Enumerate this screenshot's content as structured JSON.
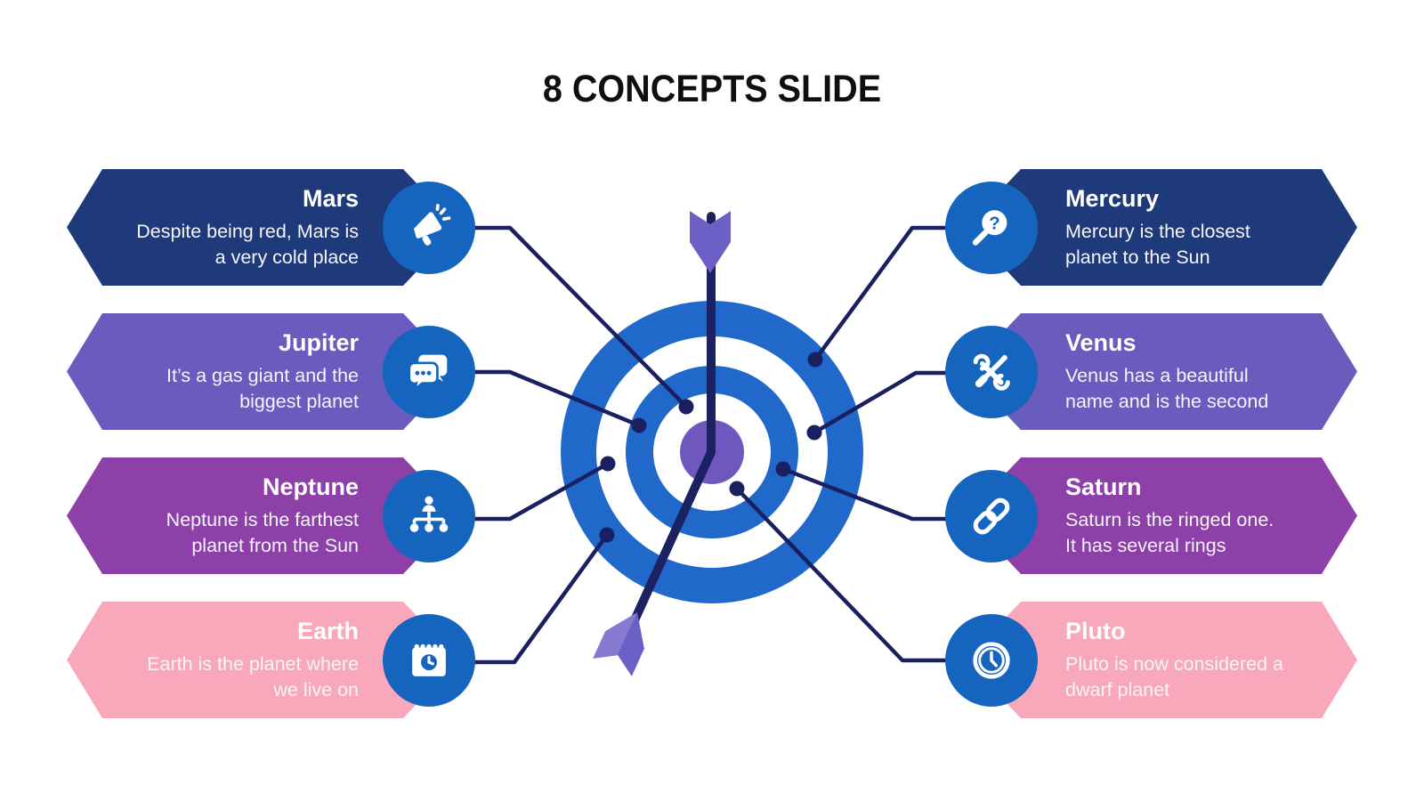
{
  "title": "8 CONCEPTS SLIDE",
  "colors": {
    "navy_banner": "#1E3A7B",
    "violet_banner": "#6A5CBF",
    "magenta_banner": "#8C40A8",
    "pink_banner": "#F9A8BB",
    "icon_circle_blue": "#1565BE",
    "target_blue": "#2068C9",
    "target_white": "#FFFFFF",
    "target_center_purple": "#6E58BE",
    "connector_navy": "#1A1F5F",
    "arrow_shaft_navy": "#1B2161",
    "fletching_purple": "#6C5FC6",
    "fletching_light_purple": "#8679D2",
    "title_color": "#0F0F0F"
  },
  "concepts": [
    {
      "id": "mars",
      "name": "Mars",
      "desc": [
        "Despite being red, Mars is",
        "a very cold place"
      ],
      "color": "#1E3A7B",
      "side": "left",
      "icon": "megaphone-icon"
    },
    {
      "id": "jupiter",
      "name": "Jupiter",
      "desc": [
        "It’s a gas giant and the",
        "biggest planet"
      ],
      "color": "#6A5CBF",
      "side": "left",
      "icon": "chat-bubbles-icon"
    },
    {
      "id": "neptune",
      "name": "Neptune",
      "desc": [
        "Neptune is the farthest",
        "planet from the Sun"
      ],
      "color": "#8C40A8",
      "side": "left",
      "icon": "org-chart-icon"
    },
    {
      "id": "earth",
      "name": "Earth",
      "desc": [
        "Earth is the planet where",
        "we live on"
      ],
      "color": "#F9A8BB",
      "side": "left",
      "icon": "calendar-clock-icon"
    },
    {
      "id": "mercury",
      "name": "Mercury",
      "desc": [
        "Mercury is the closest",
        "planet to the Sun"
      ],
      "color": "#1E3A7B",
      "side": "right",
      "icon": "magnifier-question-icon"
    },
    {
      "id": "venus",
      "name": "Venus",
      "desc": [
        "Venus has a beautiful",
        "name and is the second"
      ],
      "color": "#6A5CBF",
      "side": "right",
      "icon": "tools-icon"
    },
    {
      "id": "saturn",
      "name": "Saturn",
      "desc": [
        "Saturn is the ringed one.",
        "It has several rings"
      ],
      "color": "#8C40A8",
      "side": "right",
      "icon": "chain-link-icon"
    },
    {
      "id": "pluto",
      "name": "Pluto",
      "desc": [
        "Pluto is now considered a",
        "dwarf planet"
      ],
      "color": "#F9A8BB",
      "side": "right",
      "icon": "clock-icon"
    }
  ]
}
